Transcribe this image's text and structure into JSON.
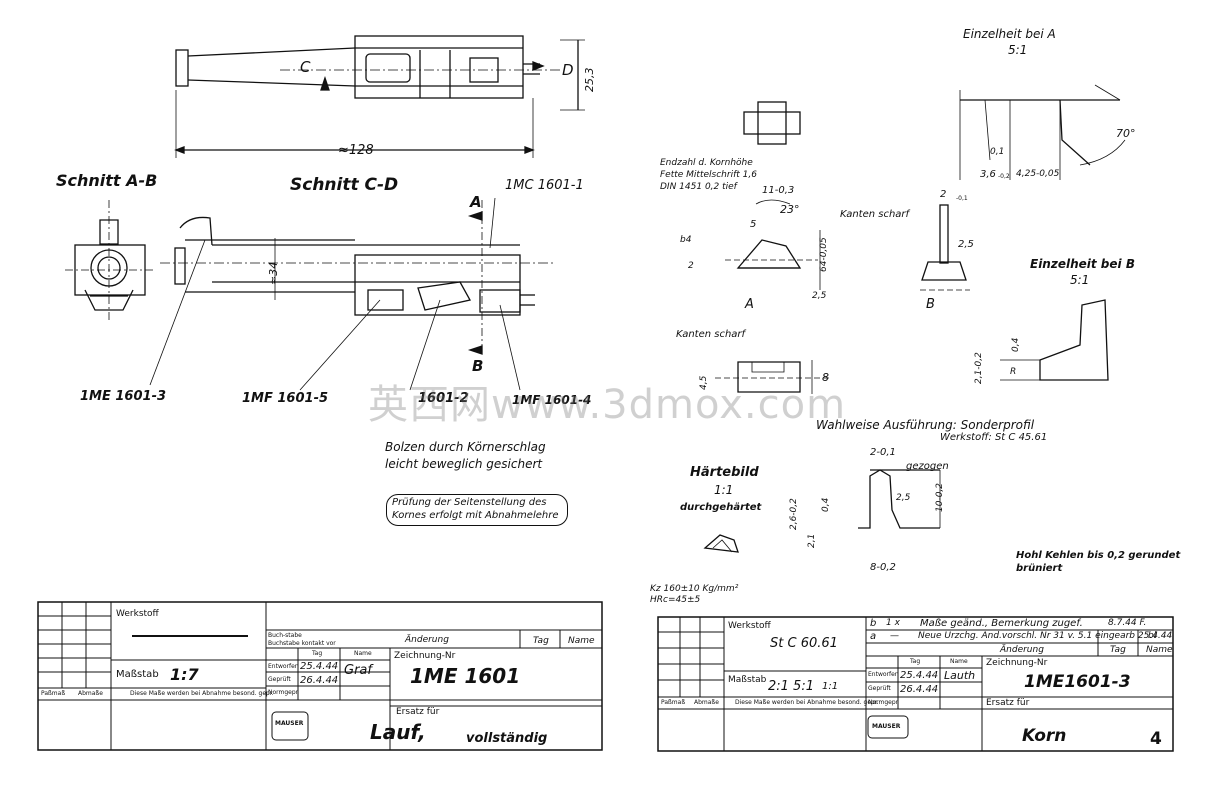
{
  "left_sheet": {
    "dims": {
      "length": "≈128",
      "diameter": "25,3",
      "diameter2": "≈34"
    },
    "labels": {
      "c_marker": "C",
      "d_marker": "D",
      "a_marker": "A",
      "b_marker": "B",
      "section_ab": "Schnitt A-B",
      "section_cd": "Schnitt C-D",
      "part_1mc": "1MC 1601-1",
      "part_1me": "1ME 1601-3",
      "part_1mf5": "1MF 1601-5",
      "part_2": "1601-2",
      "part_4": "1MF 1601-4"
    },
    "notes": {
      "note1_line1": "Bolzen durch   Körnerschlag",
      "note1_line2": "leicht beweglich gesichert",
      "note2_line1": "Prüfung der Seitenstellung des",
      "note2_line2": "Kornes erfolgt mit Abnahmelehre"
    },
    "title_block": {
      "werkstoff_label": "Werkstoff",
      "werkstoff_value": "",
      "massstab_label": "Maßstab",
      "massstab_value": "1:7",
      "zeichnung_label": "Zeichnung-Nr",
      "zeichnung_value": "1ME 1601",
      "aenderung": "Änderung",
      "tag": "Tag",
      "name": "Name",
      "entworfen": "Entworfen",
      "geprueft": "Geprüft",
      "normgepr": "Normgepr",
      "entworfen_date": "25.4.44",
      "geprueft_date": "26.4.44",
      "signature": "Graf",
      "ersatz_label": "Ersatz für",
      "title_main": "Lauf,",
      "title_sub": "vollständig",
      "logo": "MAUSER",
      "passmass": "Paßmaß",
      "abmasse": "Abmaße",
      "dim_note": "Diese Maße werden bei Abnahme besond. gepr.",
      "buch_stabe": "Buch-stabe",
      "buchstabe_kontext": "Buchstabe kontakt vor"
    }
  },
  "right_sheet": {
    "detail_a": {
      "title": "Einzelheit bei A",
      "scale": "5:1",
      "d1": "0,1",
      "d2": "3,6",
      "d2_tol": "-0,2",
      "d3": "4,25-0,05",
      "angle": "70°"
    },
    "korn_a": {
      "label_ref": "A",
      "note_line1": "Endzahl d. Kornhöhe",
      "note_line2": "Fette Mittelschrift 1,6",
      "note_line3": "DIN 1451  0,2 tief",
      "dim_11": "11-0,3",
      "dim_angle": "23°",
      "dim_5": "5",
      "dim_64": "64-0,05",
      "dim_2": "2",
      "dim_20": "2,5",
      "circ": "b4",
      "kanten": "Kanten scharf"
    },
    "korn_b": {
      "label_ref": "B",
      "dim_2": "2",
      "dim_2_tol": "-0,1",
      "dim_25": "2,5"
    },
    "detail_b": {
      "title": "Einzelheit bei B",
      "scale": "5:1",
      "d1": "2,1-0,2",
      "d2": "0,4",
      "d3": "R"
    },
    "section_mid": {
      "label": "Kanten scharf",
      "dim_45": "4,5",
      "dim_8": "8"
    },
    "wahlweise": {
      "title": "Wahlweise Ausführung: Sonderprofil",
      "werkstoff": "Werkstoff: St C 45.61",
      "dim_2": "2-0,1",
      "gezogen": "gezogen",
      "dim_25": "2,5",
      "dim_10": "10-0,2",
      "dim_8": "8-0,2"
    },
    "haertebild": {
      "title": "Härtebild",
      "scale": "1:1",
      "subtitle": "durchgehärtet",
      "dim_26": "2,6-0,2",
      "dim_04": "0,4",
      "dim_21": "2,1",
      "hardness_line1": "Kz 160±10 Kg/mm²",
      "hardness_line2": "HRc=45±5"
    },
    "hohl_note": {
      "line1": "Hohl Kehlen bis 0,2 gerundet",
      "line2": "brüniert"
    },
    "title_block": {
      "werkstoff_label": "Werkstoff",
      "werkstoff_value": "St C 60.61",
      "massstab_label": "Maßstab",
      "massstab_value": "2:1 5:1",
      "massstab_value2": "1:1",
      "zeichnung_label": "Zeichnung-Nr",
      "zeichnung_value": "1ME1601-3",
      "aenderung": "Änderung",
      "tag": "Tag",
      "name": "Name",
      "entworfen": "Entworfen",
      "geprueft": "Geprüft",
      "normgepr": "Normgepr",
      "entworfen_date": "25.4.44",
      "geprueft_date": "26.4.44",
      "signature": "Lauth",
      "ersatz_label": "Ersatz für",
      "title_main": "Korn",
      "sheet_no": "4",
      "logo": "MAUSER",
      "passmass": "Paßmaß",
      "abmasse": "Abmaße",
      "dim_note": "Diese Maße werden bei Abnahme besond. gepr.",
      "rev_b_letter": "b",
      "rev_b_count": "1 x",
      "rev_b_text": "Maße geänd., Bemerkung zugef.",
      "rev_b_date": "8.7.44 F.",
      "rev_a_letter": "a",
      "rev_a_dash": "—",
      "rev_a_text": "Neue Urzchg. And.vorschl. Nr 31 v. 5.1 eingearb 25.4.44",
      "rev_a_sig": "bl"
    }
  },
  "watermark": "英西网www.3dmox.com"
}
